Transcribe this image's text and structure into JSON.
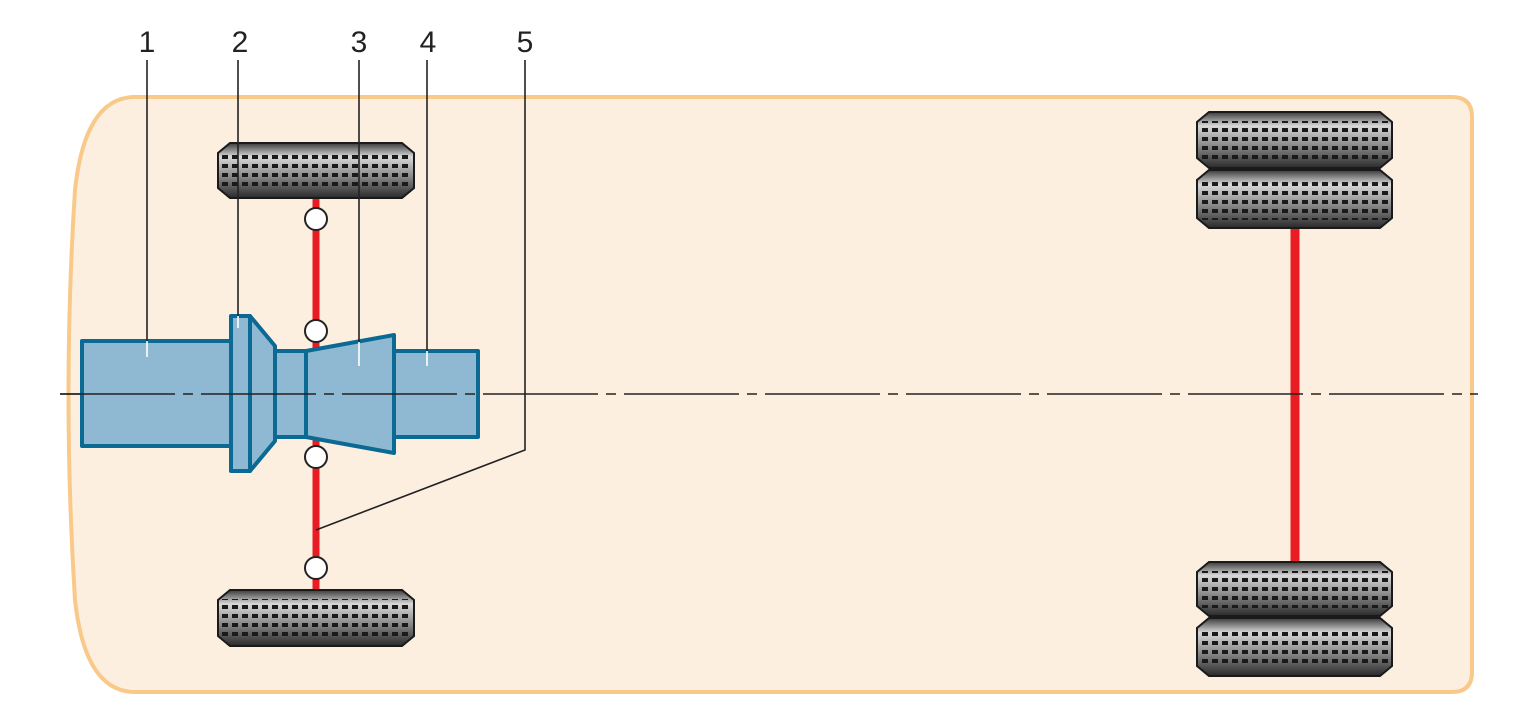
{
  "diagram": {
    "labels": [
      "1",
      "2",
      "3",
      "4",
      "5"
    ],
    "colors": {
      "body_fill": "#fdefe0",
      "body_stroke": "#f9c98a",
      "component_fill": "#8fb9d2",
      "component_stroke": "#0a6a94",
      "axle": "#e91c24",
      "tire": "#3a3a3a"
    }
  }
}
